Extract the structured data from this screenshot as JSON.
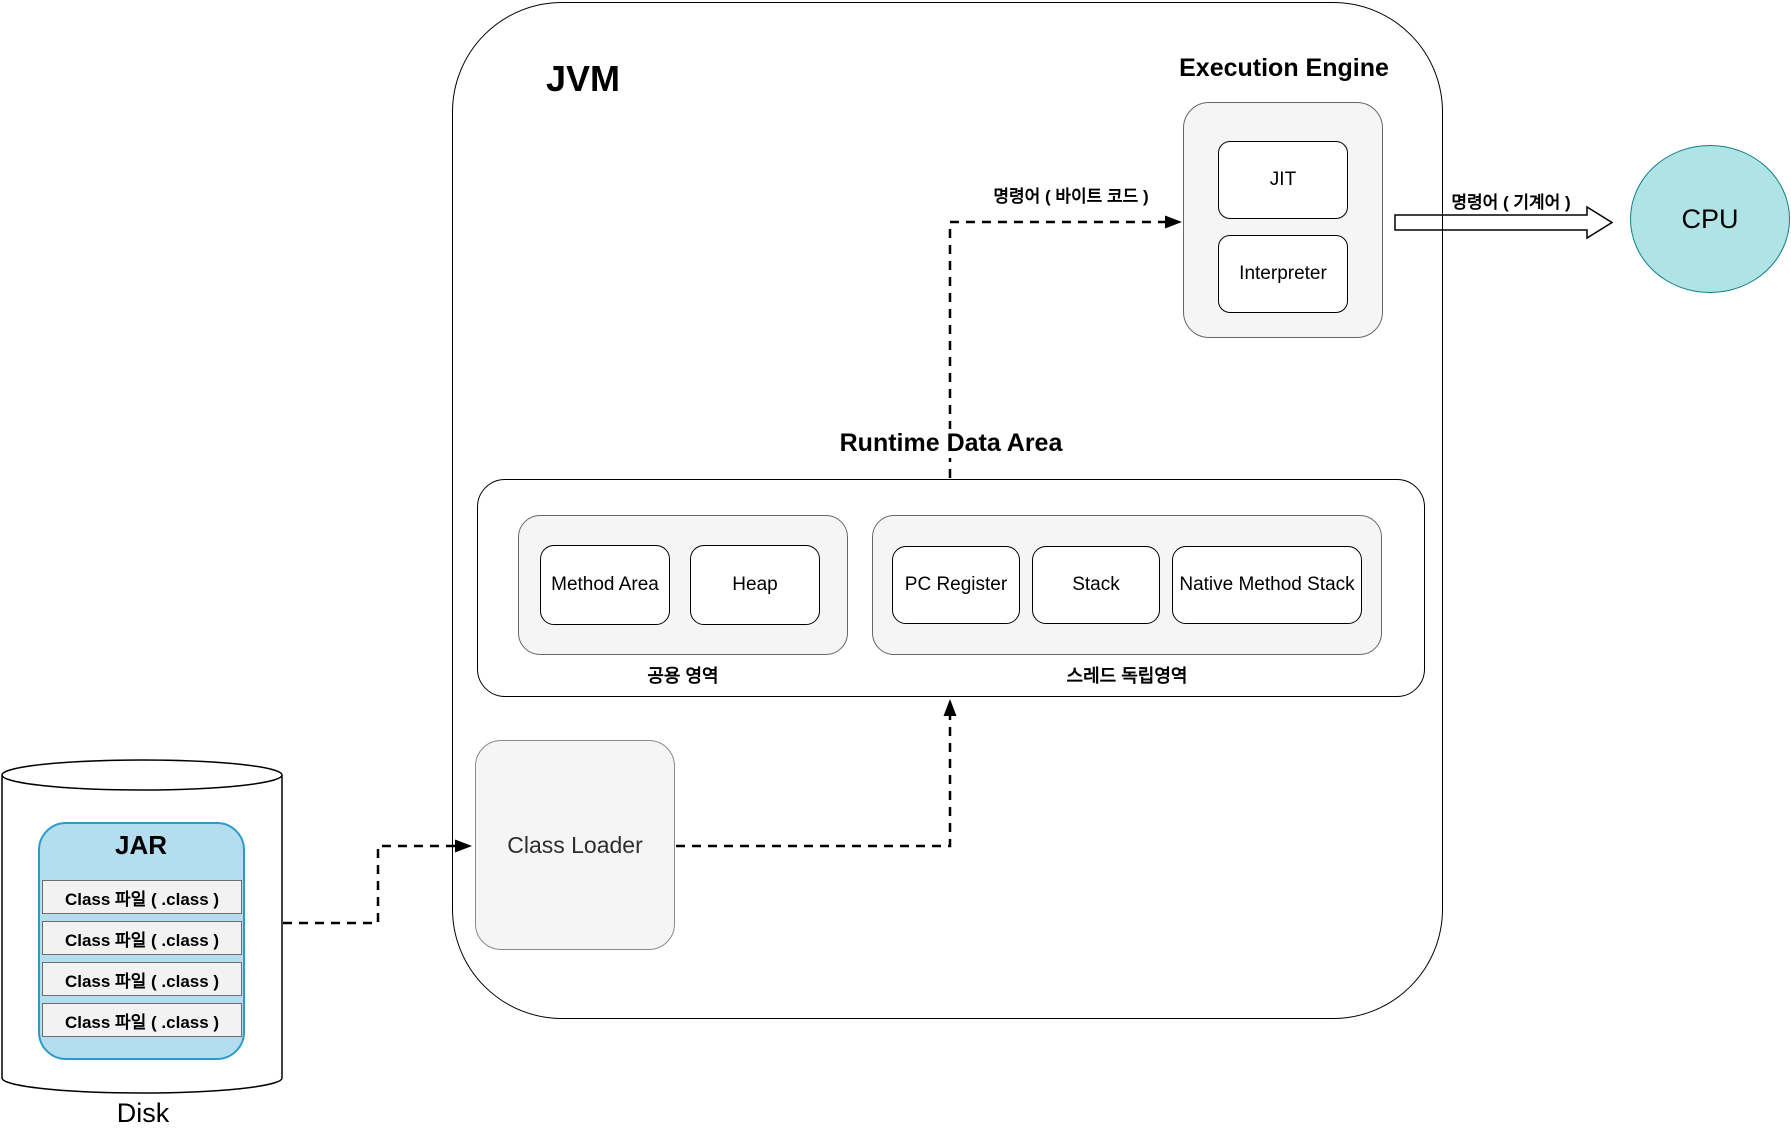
{
  "jvm": {
    "label": "JVM"
  },
  "execution_engine": {
    "title": "Execution Engine",
    "jit": "JIT",
    "interpreter": "Interpreter"
  },
  "runtime_data_area": {
    "title": "Runtime Data Area",
    "shared_area": {
      "label": "공용 영역",
      "boxes": [
        "Method Area",
        "Heap"
      ]
    },
    "thread_area": {
      "label": "스레드 독립영역",
      "boxes": [
        "PC Register",
        "Stack",
        "Native Method Stack"
      ]
    }
  },
  "class_loader": {
    "label": "Class Loader"
  },
  "cpu": {
    "label": "CPU"
  },
  "disk": {
    "label": "Disk",
    "jar_label": "JAR",
    "class_files": [
      "Class 파일 ( .class )",
      "Class 파일 ( .class )",
      "Class 파일 ( .class )",
      "Class 파일 ( .class )"
    ]
  },
  "edges": {
    "bytecode_label": "명령어 ( 바이트 코드 )",
    "machine_label": "명령어 ( 기계어 )"
  },
  "colors": {
    "gray_fill": "#f5f5f5",
    "gray_stroke": "#666666",
    "jar_fill": "#b5ddf0",
    "jar_stroke": "#2d9bc7",
    "cpu_fill": "#b0e3e6",
    "cpu_stroke": "#0e8088"
  }
}
